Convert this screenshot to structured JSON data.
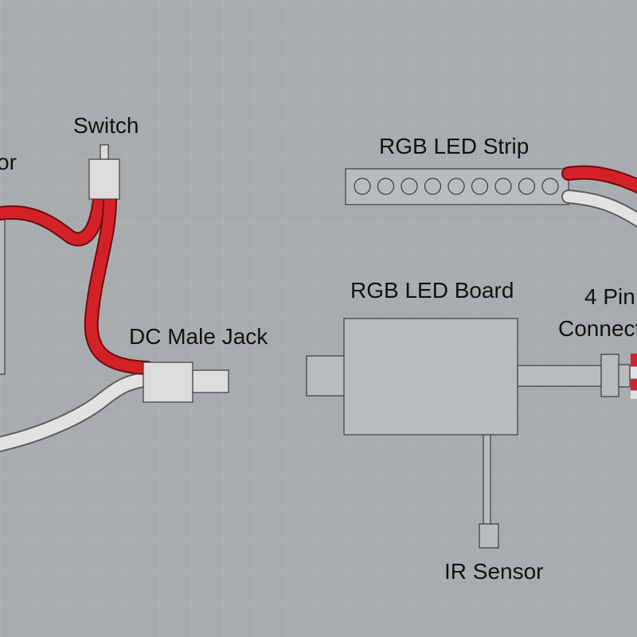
{
  "labels": {
    "partial_left": "or",
    "switch": "Switch",
    "dc_jack": "DC Male Jack",
    "led_strip": "RGB LED Strip",
    "led_board": "RGB LED Board",
    "connector_line1": "4 Pin",
    "connector_line2": "Connector",
    "ir_sensor": "IR Sensor"
  },
  "led_strip": {
    "led_count": 9
  },
  "colors": {
    "background": "#a9acae",
    "grid": "#b6b9bb",
    "wire_red": "#d42127",
    "wire_white": "#e2e2e2",
    "component_fill": "#dcdcdc",
    "outline": "#3c3c3c"
  }
}
